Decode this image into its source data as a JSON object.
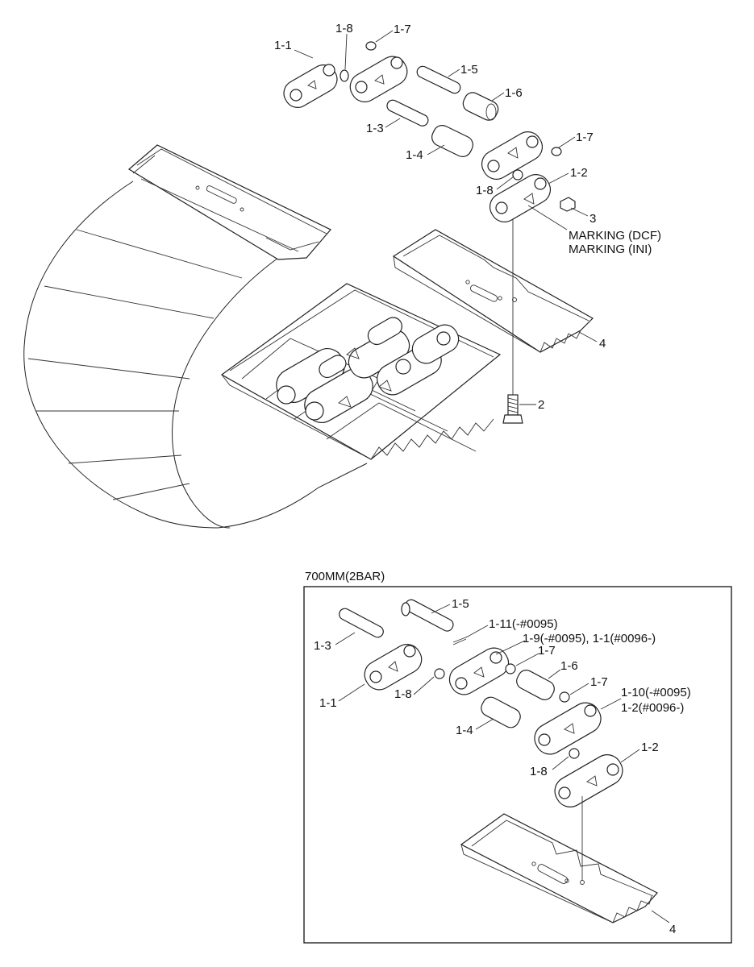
{
  "upper_labels": {
    "l_1_1": "1-1",
    "l_1_8a": "1-8",
    "l_1_7a": "1-7",
    "l_1_5": "1-5",
    "l_1_6": "1-6",
    "l_1_3": "1-3",
    "l_1_4": "1-4",
    "l_1_7b": "1-7",
    "l_1_2": "1-2",
    "l_1_8b": "1-8",
    "l_3": "3",
    "marking_dcf": "MARKING (DCF)",
    "marking_ini": "MARKING (INI)",
    "l_4": "4",
    "l_2": "2"
  },
  "inset": {
    "title": "700MM(2BAR)",
    "labels": {
      "l_1_5": "1-5",
      "l_1_11": "1-11(-#0095)",
      "l_1_3": "1-3",
      "l_1_9": "1-9(-#0095), 1-1(#0096-)",
      "l_1_7a": "1-7",
      "l_1_6": "1-6",
      "l_1_1": "1-1",
      "l_1_8a": "1-8",
      "l_1_7b": "1-7",
      "l_1_10": "1-10(-#0095)",
      "l_1_2a": "1-2(#0096-)",
      "l_1_4": "1-4",
      "l_1_8b": "1-8",
      "l_1_2b": "1-2",
      "l_4": "4"
    }
  }
}
